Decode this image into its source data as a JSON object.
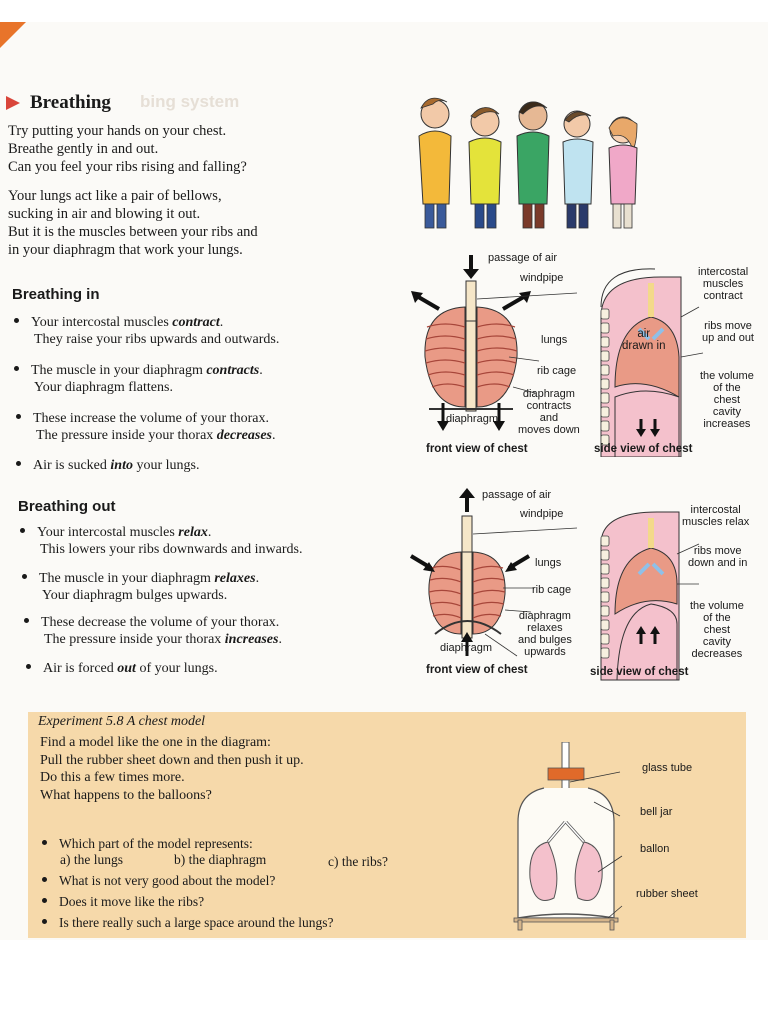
{
  "heading": "Breathing",
  "intro": [
    "Try putting your hands on your chest.",
    "Breathe gently in and out.",
    "Can you feel your ribs rising and falling?"
  ],
  "bellows": [
    "Your lungs act like a pair of bellows,",
    "sucking in air and blowing it out.",
    "But it is the muscles between your ribs and",
    "in your diaphragm that work your lungs."
  ],
  "breathing_in": {
    "heading": "Breathing in",
    "b1": {
      "pre": "Your intercostal muscles ",
      "em": "contract",
      "post": ".",
      "line2": "They raise your ribs upwards and outwards."
    },
    "b2": {
      "pre": "The muscle in your diaphragm ",
      "em": "contracts",
      "post": ".",
      "line2": "Your diaphragm flattens."
    },
    "b3": {
      "line1": "These increase the volume of your thorax.",
      "pre": "The pressure inside your thorax ",
      "em": "decreases",
      "post": "."
    },
    "b4": {
      "pre": "Air is sucked ",
      "em": "into",
      "post": " your lungs."
    }
  },
  "breathing_out": {
    "heading": "Breathing out",
    "b1": {
      "pre": "Your intercostal muscles ",
      "em": "relax",
      "post": ".",
      "line2": "This lowers your ribs downwards and inwards."
    },
    "b2": {
      "pre": "The muscle in your diaphragm ",
      "em": "relaxes",
      "post": ".",
      "line2": "Your diaphragm bulges upwards."
    },
    "b3": {
      "line1": "These decrease the volume of your thorax.",
      "pre": "The pressure inside your thorax ",
      "em": "increases",
      "post": "."
    },
    "b4": {
      "pre": "Air is forced ",
      "em": "out",
      "post": " of your lungs."
    }
  },
  "diagram_in": {
    "passage": "passage of air",
    "windpipe": "windpipe",
    "lungs": "lungs",
    "rib_cage": "rib cage",
    "diaphragm": "diaphragm",
    "diaphragm_desc": [
      "diaphragm",
      "contracts",
      "and",
      "moves down"
    ],
    "intercostal": [
      "intercostal",
      "muscles",
      "contract"
    ],
    "ribs": [
      "ribs move",
      "up and out"
    ],
    "air": [
      "air",
      "drawn in"
    ],
    "volume": [
      "the volume",
      "of the",
      "chest",
      "cavity",
      "increases"
    ],
    "front": "front view of chest",
    "side": "side view of chest"
  },
  "diagram_out": {
    "passage": "passage of air",
    "windpipe": "windpipe",
    "lungs": "lungs",
    "rib_cage": "rib cage",
    "diaphragm": "diaphragm",
    "diaphragm_desc": [
      "diaphragm",
      "relaxes",
      "and bulges",
      "upwards"
    ],
    "intercostal": [
      "intercostal",
      "muscles relax"
    ],
    "ribs": [
      "ribs move",
      "down and in"
    ],
    "volume": [
      "the volume",
      "of the",
      "chest",
      "cavity",
      "decreases"
    ],
    "front": "front view of chest",
    "side": "side view of chest"
  },
  "experiment": {
    "title": "Experiment 5.8   A chest model",
    "lines": [
      "Find a model like the one in the diagram:",
      "Pull the rubber sheet down and then push it up.",
      "Do this a few times more.",
      "What happens to the balloons?"
    ],
    "q1": "Which part of the model represents:",
    "q1a": "a) the lungs",
    "q1b": "b) the diaphragm",
    "q1c": "c) the ribs?",
    "q2": "What is not very good about the model?",
    "q3": "Does it move like the ribs?",
    "q4": "Is there really such a large space around the lungs?",
    "labels": {
      "tube": "glass tube",
      "jar": "bell jar",
      "ballon": "ballon",
      "sheet": "rubber sheet"
    }
  },
  "colors": {
    "accent": "#d9453a",
    "orange": "#e8742a",
    "panel": "#f6d9aa",
    "lung": "#e99a86",
    "pink": "#f4c1cc"
  }
}
